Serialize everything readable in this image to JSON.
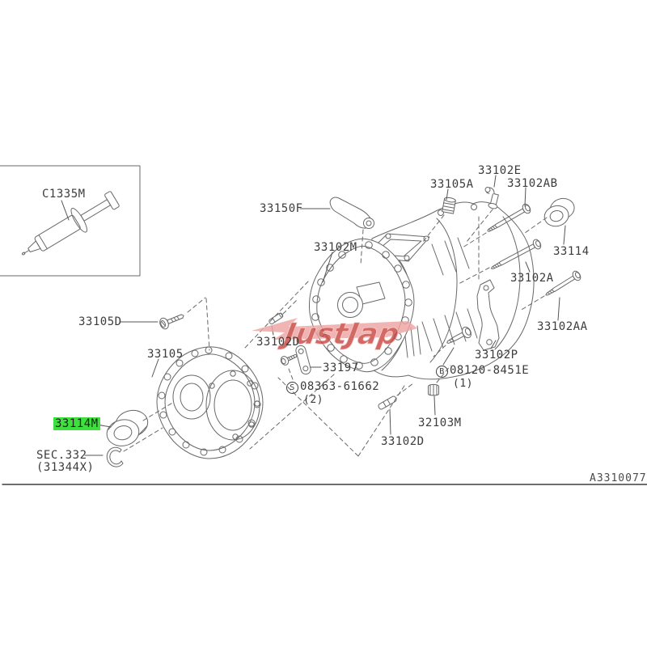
{
  "diagram": {
    "code": "A3310077",
    "watermark": "JustJap",
    "highlight_color": "#3ee03e",
    "sec_ref": {
      "line1": "SEC.332",
      "line2": "(31344X)"
    },
    "labels": {
      "c1335m": "C1335M",
      "p33150f": "33150F",
      "p33102m": "33102M",
      "p33105a": "33105A",
      "p33102e": "33102E",
      "p33102ab": "33102AB",
      "p33114": "33114",
      "p33102a": "33102A",
      "p33102aa": "33102AA",
      "p33105d": "33105D",
      "p33105": "33105",
      "p33102d_left": "33102D",
      "p33197": "33197",
      "s08363": {
        "prefix": "S",
        "number": "08363-61662",
        "qty": "(2)"
      },
      "p33102p": "33102P",
      "b08120": {
        "prefix": "B",
        "number": "08120-8451E",
        "qty": "(1)"
      },
      "p32103m": "32103M",
      "p33102d_bottom": "33102D",
      "p33114m": "33114M"
    }
  }
}
